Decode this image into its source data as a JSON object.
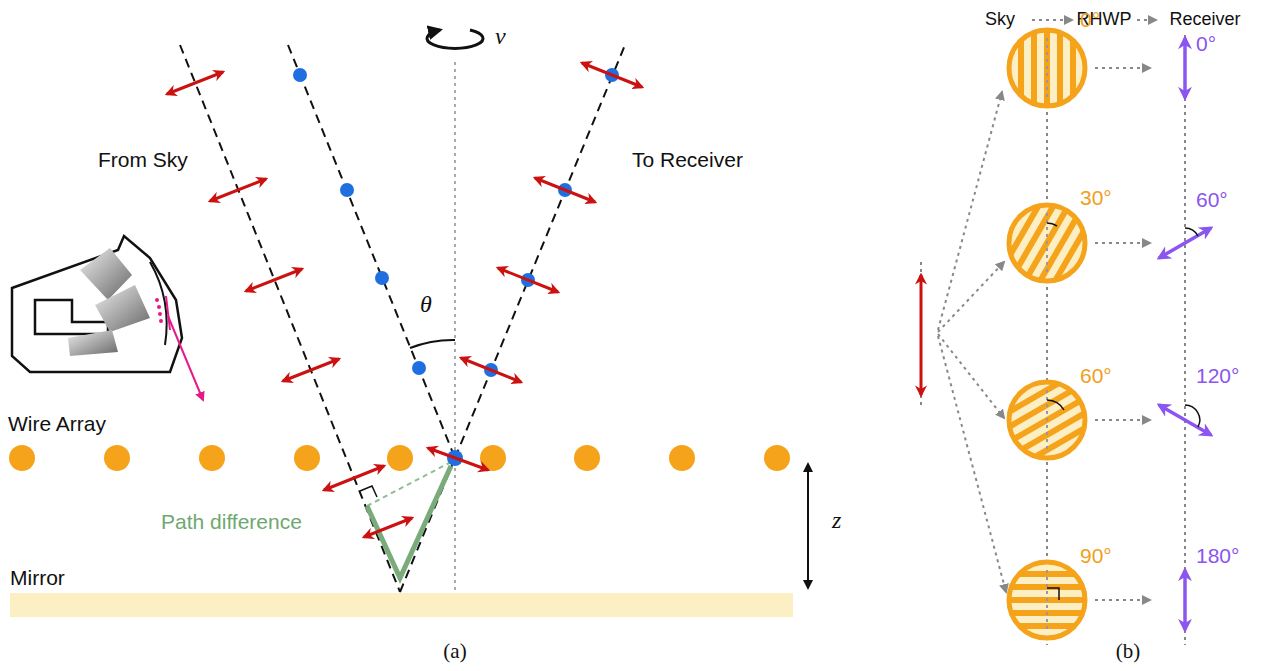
{
  "diagram": {
    "labels": [
      "v",
      "From Sky",
      "To Receiver",
      "θ",
      "Wire Array",
      "Path difference",
      "z",
      "Mirror",
      "(a)",
      "Sky",
      "RHWP",
      "Receiver",
      "0°",
      "30°",
      "60°",
      "90°",
      "0°",
      "60°",
      "120°",
      "180°",
      "(b)"
    ]
  }
}
